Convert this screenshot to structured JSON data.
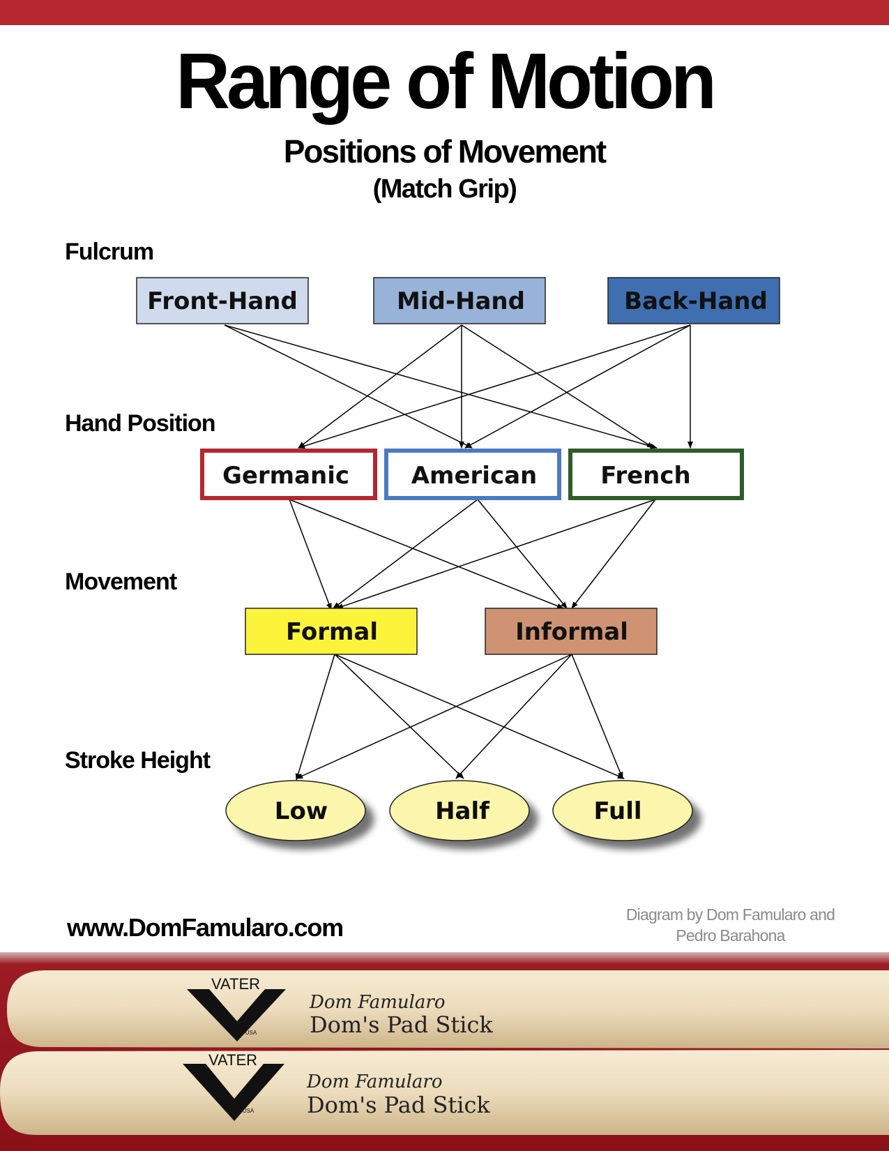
{
  "header": {
    "title": "Range of Motion",
    "subtitle": "Positions of Movement",
    "subtitle2": "(Match Grip)"
  },
  "rows": {
    "fulcrum": "Fulcrum",
    "hand_position": "Hand Position",
    "movement": "Movement",
    "stroke_height": "Stroke Height"
  },
  "nodes": {
    "front_hand": "Front-Hand",
    "mid_hand": "Mid-Hand",
    "back_hand": "Back-Hand",
    "germanic": "Germanic",
    "american": "American",
    "french": "French",
    "formal": "Formal",
    "informal": "Informal",
    "low": "Low",
    "half": "Half",
    "full": "Full"
  },
  "colors": {
    "top_bar": "#b5272f",
    "front_hand": "#cfdbec",
    "mid_hand": "#98b2d8",
    "back_hand": "#3f6fb0",
    "germanic_border": "#b5272f",
    "american_border": "#4a7bc1",
    "french_border": "#2f5c2a",
    "formal": "#fbf43a",
    "informal": "#cf9373",
    "stroke_oval": "#fbf6ab"
  },
  "footer": {
    "website": "www.DomFamularo.com",
    "credit_line1": "Diagram by Dom Famularo and",
    "credit_line2": "Pedro Barahona"
  },
  "sticks": {
    "brand": "VATER",
    "brand_sub": "USA",
    "signature": "Dom Famularo",
    "product": "Dom's Pad Stick"
  }
}
